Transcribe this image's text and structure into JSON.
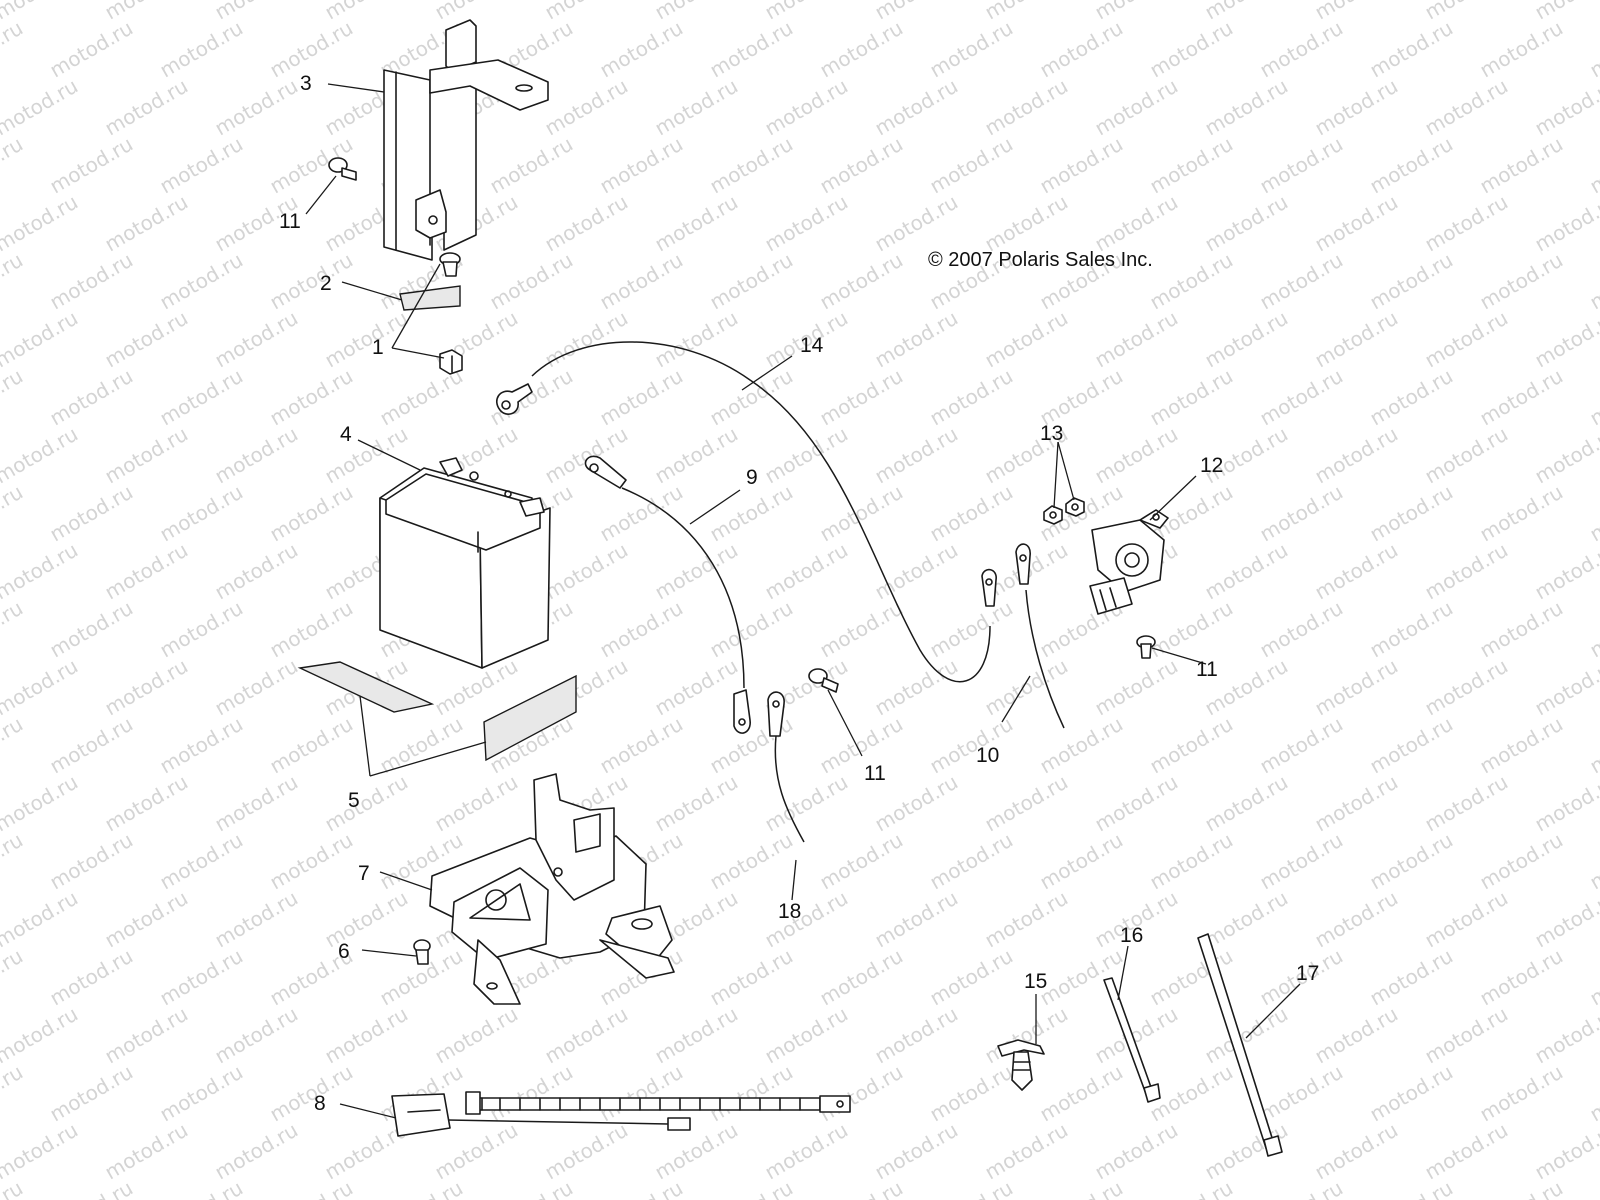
{
  "diagram": {
    "copyright": "© 2007 Polaris Sales Inc.",
    "watermark": "motod.ru",
    "callouts": {
      "c1": "1",
      "c2": "2",
      "c3": "3",
      "c4": "4",
      "c5": "5",
      "c6": "6",
      "c7": "7",
      "c8": "8",
      "c9": "9",
      "c10": "10",
      "c11a": "11",
      "c11b": "11",
      "c11c": "11",
      "c12": "12",
      "c13": "13",
      "c14": "14",
      "c15": "15",
      "c16": "16",
      "c17": "17",
      "c18": "18"
    }
  }
}
